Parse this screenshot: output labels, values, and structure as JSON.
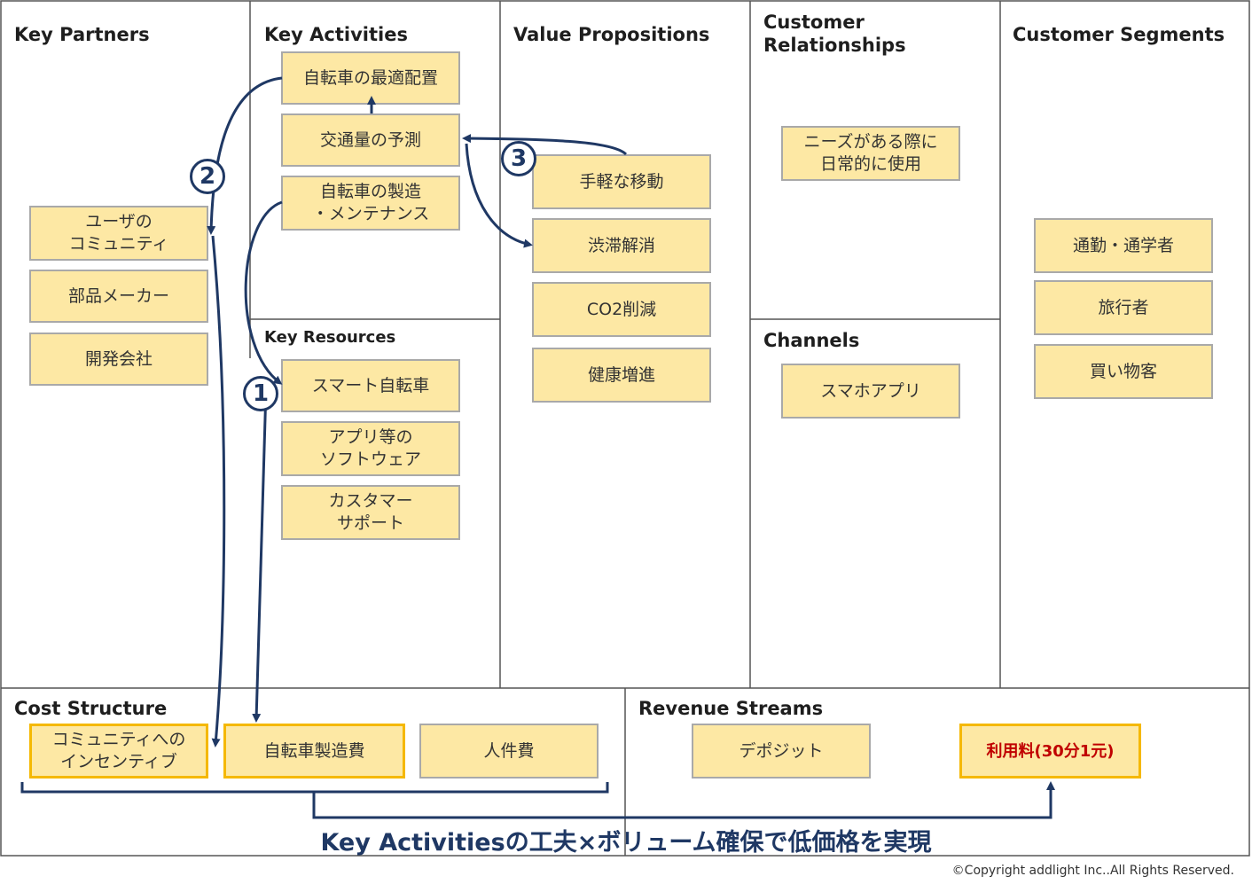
{
  "blocks": {
    "key_partners": {
      "title": "Key Partners",
      "items": [
        "ユーザの\nコミュニティ",
        "部品メーカー",
        "開発会社"
      ]
    },
    "key_activities": {
      "title": "Key Activities",
      "items": [
        "自転車の最適配置",
        "交通量の予測",
        "自転車の製造\n・メンテナンス"
      ]
    },
    "key_resources": {
      "title": "Key Resources",
      "items": [
        "スマート自転車",
        "アプリ等の\nソフトウェア",
        "カスタマー\nサポート"
      ]
    },
    "value_propositions": {
      "title": "Value Propositions",
      "items": [
        "手軽な移動",
        "渋滞解消",
        "CO2削減",
        "健康増進"
      ]
    },
    "customer_relationships": {
      "title": "Customer\nRelationships",
      "items": [
        "ニーズがある際に\n日常的に使用"
      ]
    },
    "channels": {
      "title": "Channels",
      "items": [
        "スマホアプリ"
      ]
    },
    "customer_segments": {
      "title": "Customer Segments",
      "items": [
        "通勤・通学者",
        "旅行者",
        "買い物客"
      ]
    },
    "cost_structure": {
      "title": "Cost Structure",
      "items": [
        "コミュニティへの\nインセンティブ",
        "自転車製造費",
        "人件費"
      ]
    },
    "revenue_streams": {
      "title": "Revenue Streams",
      "items": [
        "デポジット",
        "利用料(30分1元)"
      ]
    }
  },
  "markers": [
    "1",
    "2",
    "3"
  ],
  "summary": "Key Activitiesの工夫×ボリューム確保で低価格を実現",
  "copyright": "©Copyright addlight Inc..All Rights Reserved.",
  "colors": {
    "note_fill": "#fde8a4",
    "note_border": "#a9a9a9",
    "highlight_border": "#f5b800",
    "arrow": "#1f3864",
    "price_text": "#c00000"
  }
}
